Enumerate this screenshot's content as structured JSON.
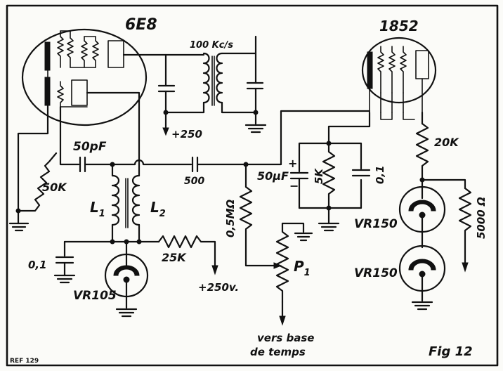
{
  "labels": {
    "tube1": "6E8",
    "tube2": "1852",
    "freq": "100 Kc/s",
    "b_plus_top": "+250",
    "c_50pf": "50pF",
    "c_500": "500",
    "r_50k": "50K",
    "l1": "L",
    "l1_sub": "1",
    "l2": "L",
    "l2_sub": "2",
    "r_05m": "0,5MΩ",
    "c_50uf": "50µF",
    "plus": "+",
    "minus": "−",
    "r_5k": "5K",
    "c_01_right": "0,1",
    "r_20k": "20K",
    "vr150_a": "VR150",
    "vr150_b": "VR150",
    "r_5000": "5000 Ω",
    "c_01_left": "0,1",
    "r_25k": "25K",
    "b_plus_bottom": "+250v.",
    "vr105": "VR105",
    "p1": "P",
    "p1_sub": "1",
    "dest_line1": "vers base",
    "dest_line2": "de temps",
    "ref": "REF 129",
    "fig": "Fig 12"
  }
}
